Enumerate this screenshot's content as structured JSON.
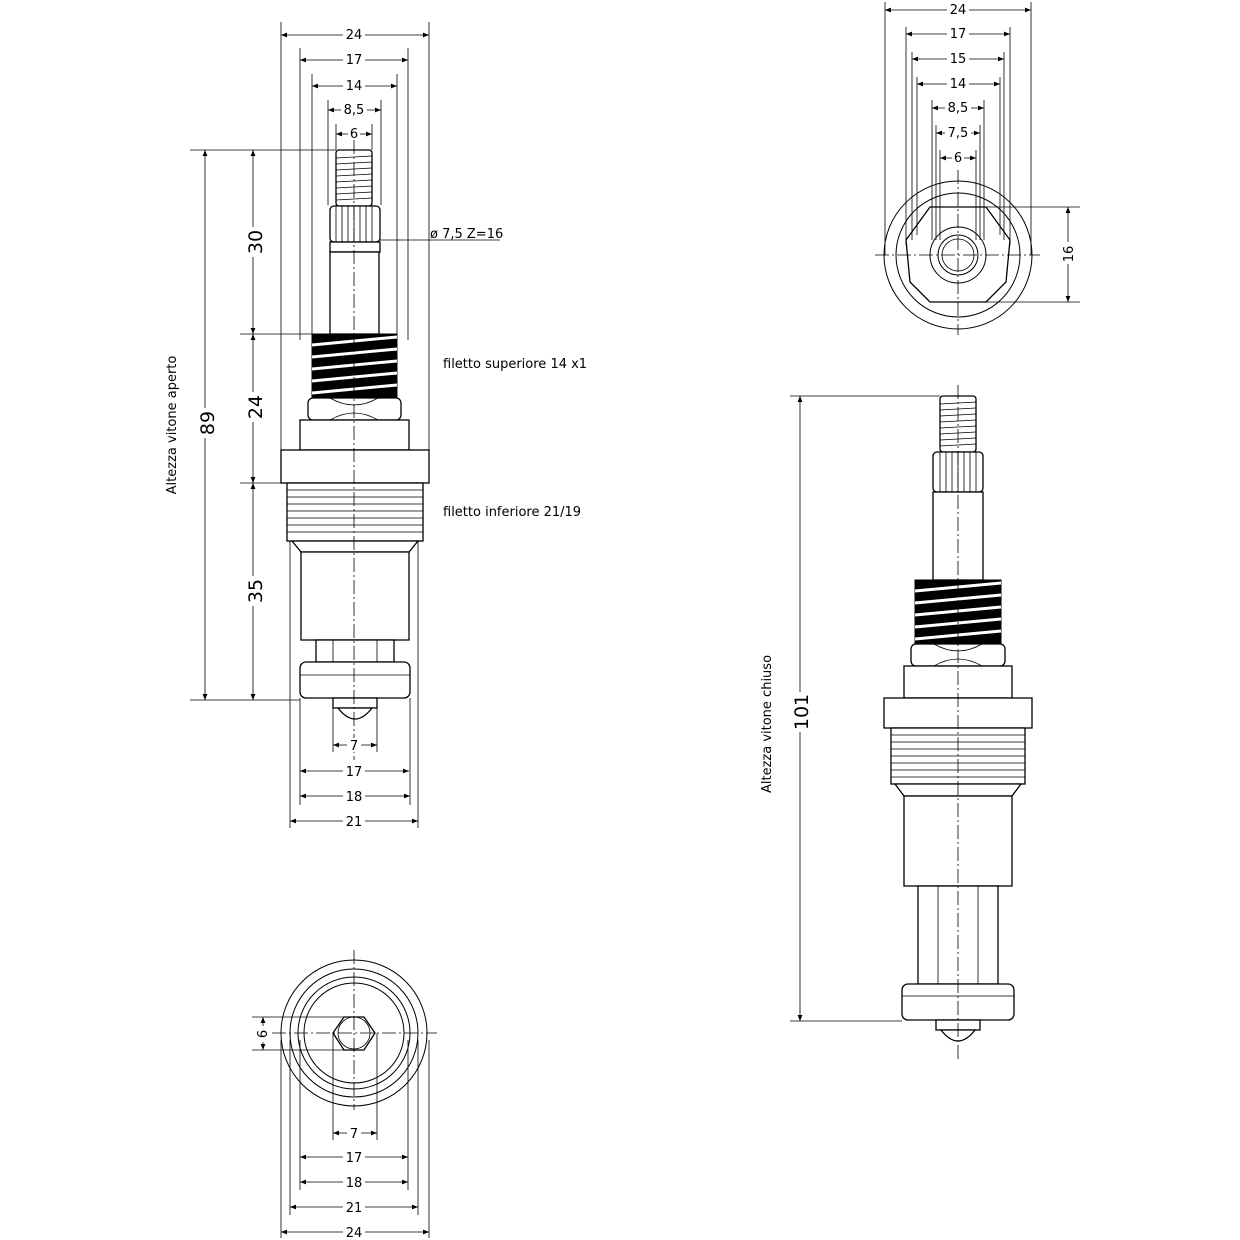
{
  "colors": {
    "line": "#000000",
    "background": "#ffffff",
    "knurl": "#000000"
  },
  "top_left_dims": [
    "24",
    "17",
    "14",
    "8,5",
    "6"
  ],
  "side_open": {
    "heights": {
      "upper": "30",
      "middle": "24",
      "lower": "35",
      "total": "89"
    },
    "label_total": "Altezza vitone aperto",
    "callout_diameter": "ø 7,5  Z=16",
    "note_upper_thread": "filetto superiore 14 x1",
    "note_lower_thread": "filetto inferiore 21/19",
    "bottom_dims": [
      "7",
      "17",
      "18",
      "21"
    ]
  },
  "bottom_view": {
    "hex_height": "6",
    "bottom_dims": [
      "7",
      "17",
      "18",
      "21",
      "24"
    ]
  },
  "top_right_view": {
    "dims": [
      "24",
      "17",
      "15",
      "14",
      "8,5",
      "7,5",
      "6"
    ],
    "side_dim": "16"
  },
  "side_closed": {
    "label_total": "Altezza vitone chiuso",
    "total": "101"
  }
}
